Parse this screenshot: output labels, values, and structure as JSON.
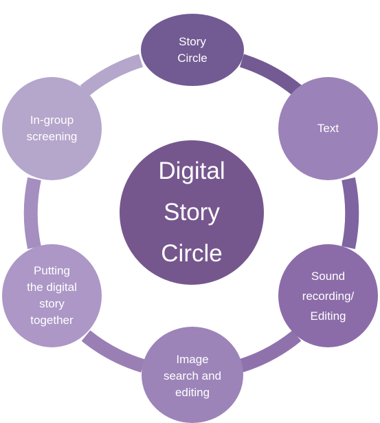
{
  "colors": {
    "background": "#ffffff",
    "text": "#ffffff",
    "center": "#75578e",
    "story": "#725a93",
    "text_node": "#9b82b8",
    "sound": "#8b6ca8",
    "image": "#9c84b9",
    "putting": "#ac97c6",
    "screening": "#b5a6cc",
    "arc_story_text": "#735a93",
    "arc_text_sound": "#7e64a0",
    "arc_sound_image": "#8f72ac",
    "arc_image_putting": "#9a7fb4",
    "arc_putting_screening": "#a58ec0",
    "arc_screening_story": "#b5a6cc"
  },
  "center": {
    "label": "Digital\nStory\nCircle"
  },
  "nodes": {
    "story": "Story\nCircle",
    "text": "Text",
    "sound": "Sound\nrecording/\nEditing",
    "image": "Image\nsearch and\nediting",
    "putting": "Putting\nthe digital\nstory\ntogether",
    "screening": "In-group\nscreening"
  }
}
